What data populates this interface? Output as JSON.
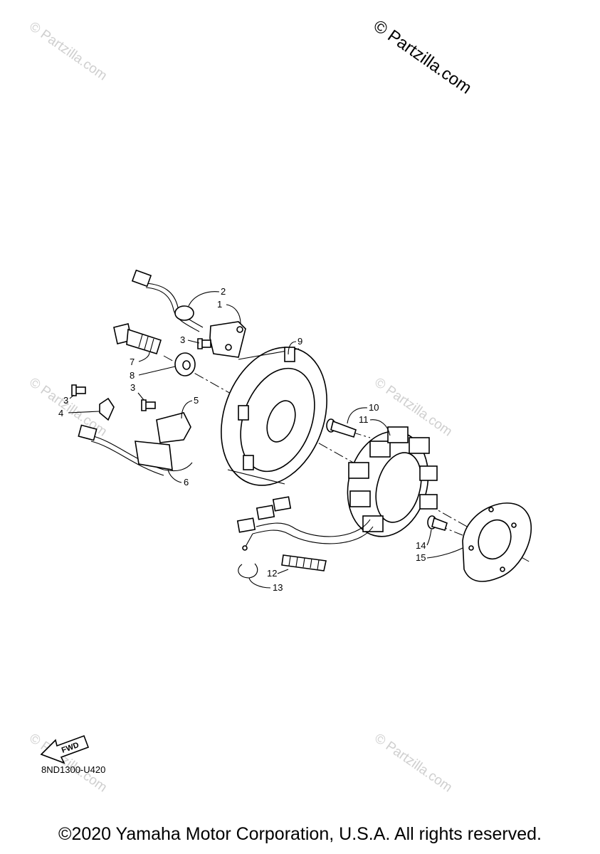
{
  "watermark_main": "© Partzilla.com",
  "watermark_faint": "© Partzilla.com",
  "callouts": [
    "1",
    "2",
    "3",
    "3",
    "3",
    "4",
    "5",
    "6",
    "7",
    "8",
    "9",
    "10",
    "11",
    "12",
    "13",
    "14",
    "15"
  ],
  "diagram_code": "8ND1300-U420",
  "fwd_label": "FWD",
  "copyright": "©2020 Yamaha Motor Corporation, U.S.A. All rights reserved."
}
